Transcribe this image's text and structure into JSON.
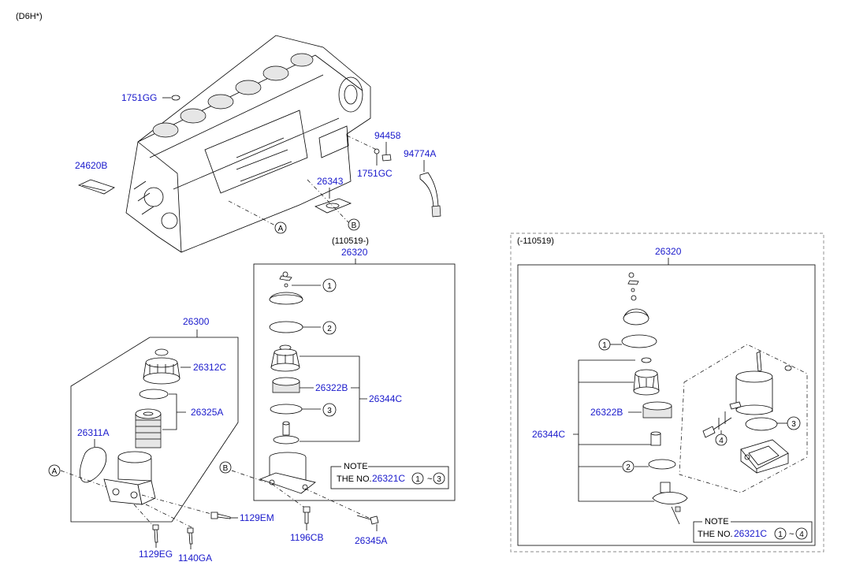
{
  "header": {
    "engine_code": "(D6H*)"
  },
  "labels": {
    "p1751GG": "1751GG",
    "p24620B": "24620B",
    "p94458": "94458",
    "p1751GC": "1751GC",
    "p94774A": "94774A",
    "p26343": "26343",
    "p26300": "26300",
    "p26312C": "26312C",
    "p26325A": "26325A",
    "p26311A": "26311A",
    "p1129EM": "1129EM",
    "p1129EG": "1129EG",
    "p1140GA": "1140GA",
    "p1196CB": "1196CB",
    "p26345A": "26345A",
    "p26320_new": "26320",
    "p26322B_new": "26322B",
    "p26344C_new": "26344C",
    "p26320_old": "26320",
    "p26322B_old": "26322B",
    "p26344C_old": "26344C"
  },
  "refs": {
    "A": "A",
    "B": "B"
  },
  "circled": {
    "c1": "1",
    "c2": "2",
    "c3": "3",
    "c4": "4"
  },
  "dates": {
    "new_version": "(110519-)",
    "old_version": "(-110519)"
  },
  "notes": {
    "title": "NOTE",
    "prefix": "THE NO.",
    "part": "26321C",
    "range_sep": "~"
  }
}
